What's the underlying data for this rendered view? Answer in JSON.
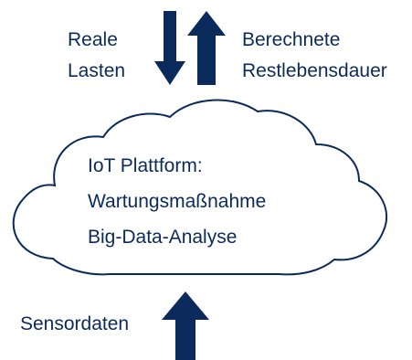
{
  "labels": {
    "left_top_line1": "Reale",
    "left_top_line2": "Lasten",
    "right_top_line1": "Berechnete",
    "right_top_line2": "Restlebensdauer",
    "bottom_left": "Sensordaten"
  },
  "cloud": {
    "lines": [
      "IoT Plattform:",
      "Wartungsmaßnahme",
      "Big-Data-Analyse"
    ]
  },
  "colors": {
    "arrow": "#0b2a5c",
    "text": "#0b2a5c",
    "cloud_stroke": "#0b2a5c",
    "background": "#ffffff"
  }
}
